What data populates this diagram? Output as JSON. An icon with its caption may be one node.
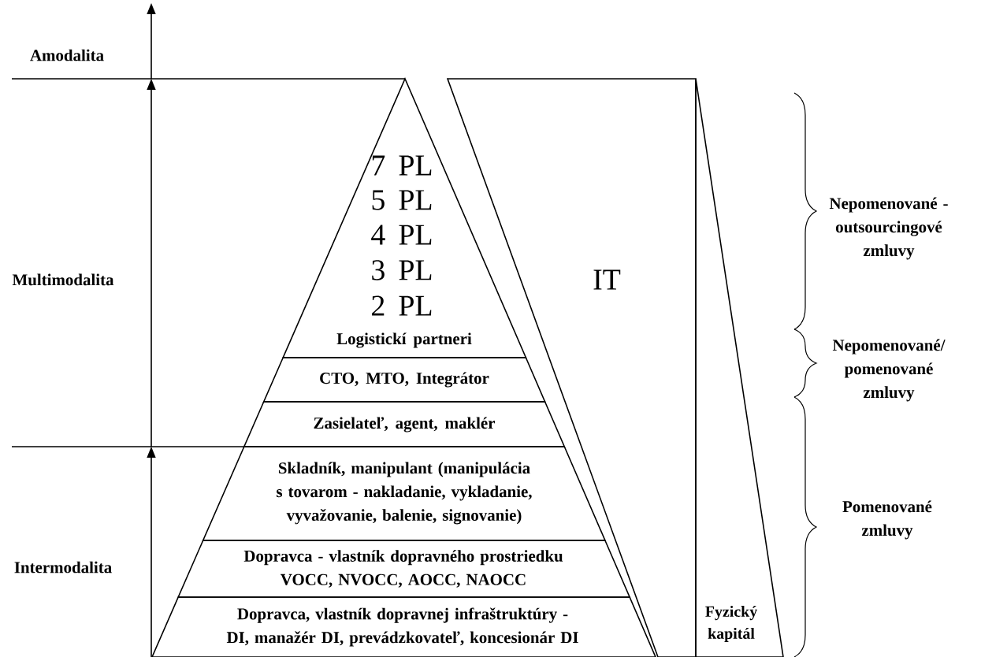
{
  "diagram": {
    "nodes": [
      {
        "text": [
          "7 PL",
          "5 PL",
          "4 PL",
          "3 PL",
          "2 PL",
          "Logistickí partneri"
        ]
      },
      {
        "text": [
          "CTO, MTO, Integrátor"
        ]
      },
      {
        "text": [
          "Zasielateľ, agent, maklér"
        ]
      },
      {
        "text": [
          "Skladník, manipulant (manipulácia s tovarom - nakladanie, vykladanie, vyvažovanie, balenie, signovanie)"
        ]
      },
      {
        "text": [
          "Dopravca - vlastník dopravného prostriedku VOCC, NVOCC, AOCC, NAOCC"
        ]
      },
      {
        "text": [
          "Dopravca, vlastník dopravnej infraštruktúry - DI, manažér DI, prevádzkovateľ, koncesionár DI"
        ]
      },
      {
        "text": [
          "IT"
        ]
      },
      {
        "text": [
          "Fyzický kapitál"
        ]
      }
    ],
    "labels": [
      "Amodalita",
      "Multimodalita",
      "Intermodalita",
      "Nepomenované - outsourcingové zmluvy",
      "Nepomenované/ pomenované zmluvy",
      "Pomenované zmluvy"
    ]
  }
}
